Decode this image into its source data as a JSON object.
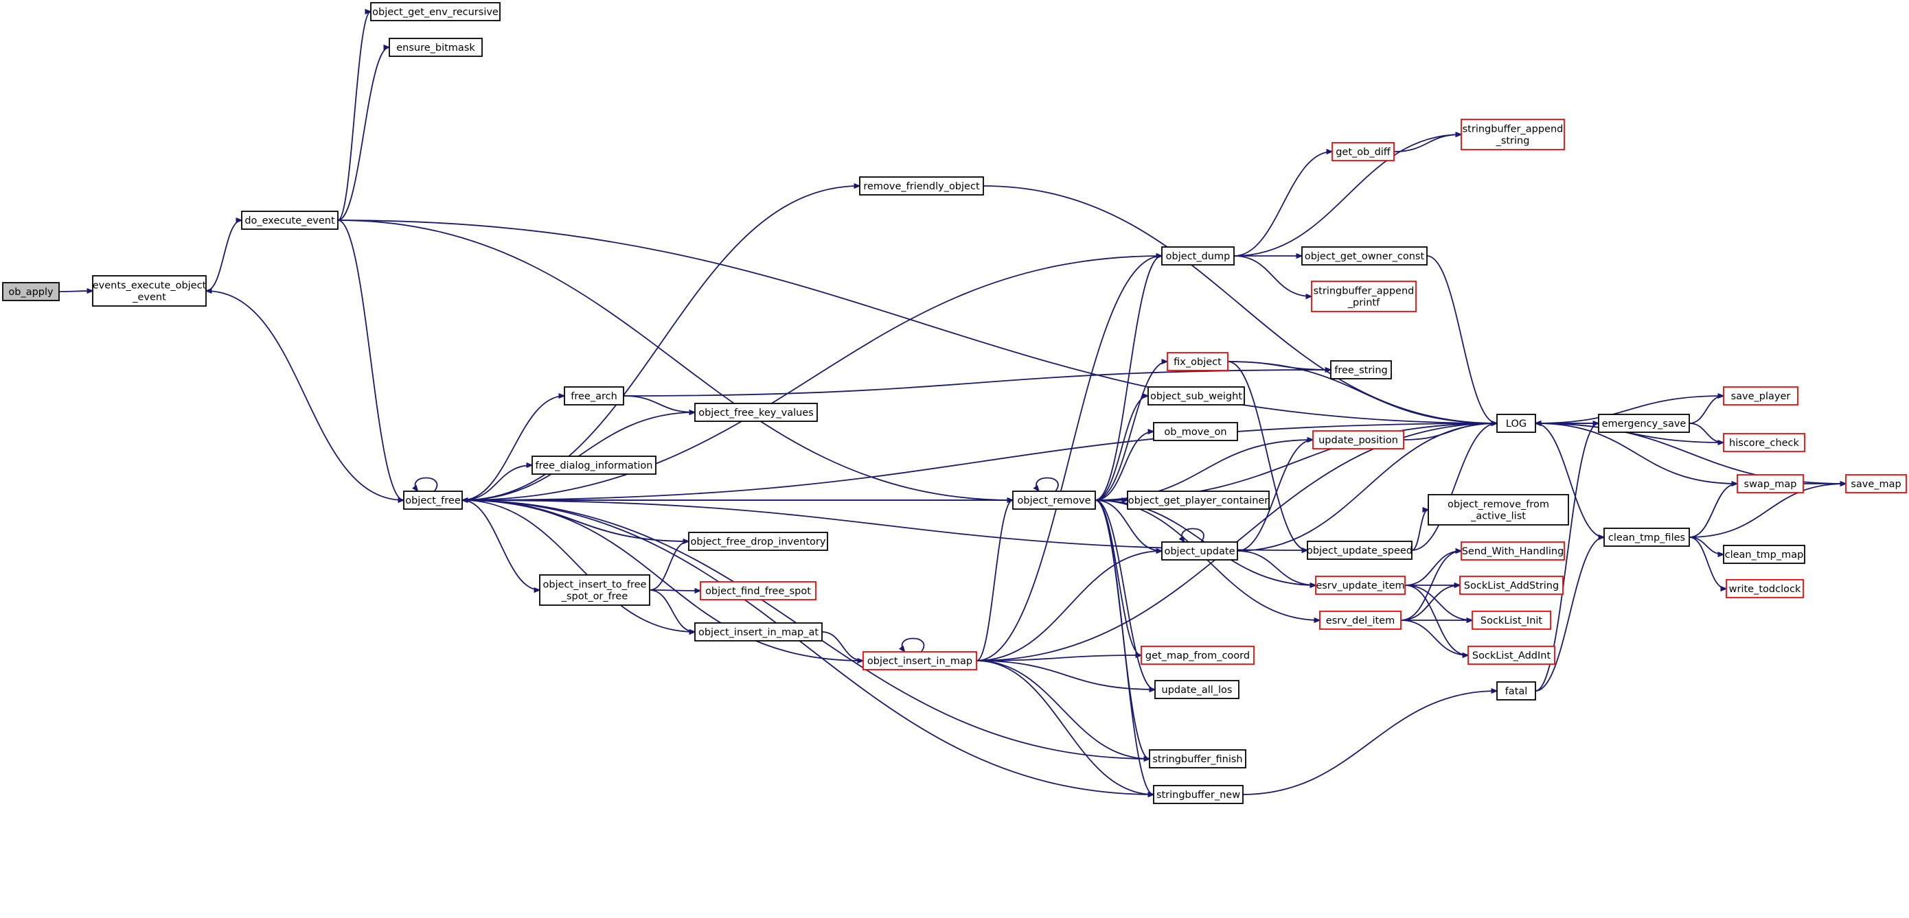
{
  "graph": {
    "title": "",
    "colors": {
      "edge": "#191970",
      "node_fill": "#ffffff",
      "root_fill": "#bfbfbf",
      "node_border_black": "#000000",
      "node_border_red": "#ff0000"
    },
    "nodes": [
      {
        "id": "ob_apply",
        "lines": [
          "ob_apply"
        ],
        "border": "root"
      },
      {
        "id": "events_execute_object_event",
        "lines": [
          "events_execute_object",
          "_event"
        ],
        "border": "black"
      },
      {
        "id": "do_execute_event",
        "lines": [
          "do_execute_event"
        ],
        "border": "black"
      },
      {
        "id": "object_get_env_recursive",
        "lines": [
          "object_get_env_recursive"
        ],
        "border": "black"
      },
      {
        "id": "ensure_bitmask",
        "lines": [
          "ensure_bitmask"
        ],
        "border": "black"
      },
      {
        "id": "object_free",
        "lines": [
          "object_free"
        ],
        "border": "black"
      },
      {
        "id": "free_arch",
        "lines": [
          "free_arch"
        ],
        "border": "black"
      },
      {
        "id": "object_free_key_values",
        "lines": [
          "object_free_key_values"
        ],
        "border": "black"
      },
      {
        "id": "free_dialog_information",
        "lines": [
          "free_dialog_information"
        ],
        "border": "black"
      },
      {
        "id": "object_free_drop_inventory",
        "lines": [
          "object_free_drop_inventory"
        ],
        "border": "black"
      },
      {
        "id": "object_insert_to_free_spot_or_free",
        "lines": [
          "object_insert_to_free",
          "_spot_or_free"
        ],
        "border": "black"
      },
      {
        "id": "object_find_free_spot",
        "lines": [
          "object_find_free_spot"
        ],
        "border": "red"
      },
      {
        "id": "object_insert_in_map_at",
        "lines": [
          "object_insert_in_map_at"
        ],
        "border": "black"
      },
      {
        "id": "object_insert_in_map",
        "lines": [
          "object_insert_in_map"
        ],
        "border": "red"
      },
      {
        "id": "remove_friendly_object",
        "lines": [
          "remove_friendly_object"
        ],
        "border": "black"
      },
      {
        "id": "object_remove",
        "lines": [
          "object_remove"
        ],
        "border": "black"
      },
      {
        "id": "object_dump",
        "lines": [
          "object_dump"
        ],
        "border": "black"
      },
      {
        "id": "get_ob_diff",
        "lines": [
          "get_ob_diff"
        ],
        "border": "red"
      },
      {
        "id": "stringbuffer_append_string",
        "lines": [
          "stringbuffer_append",
          "_string"
        ],
        "border": "red"
      },
      {
        "id": "object_get_owner_const",
        "lines": [
          "object_get_owner_const"
        ],
        "border": "black"
      },
      {
        "id": "stringbuffer_append_printf",
        "lines": [
          "stringbuffer_append",
          "_printf"
        ],
        "border": "red"
      },
      {
        "id": "fix_object",
        "lines": [
          "fix_object"
        ],
        "border": "red"
      },
      {
        "id": "free_string",
        "lines": [
          "free_string"
        ],
        "border": "black"
      },
      {
        "id": "object_sub_weight",
        "lines": [
          "object_sub_weight"
        ],
        "border": "black"
      },
      {
        "id": "update_position",
        "lines": [
          "update_position"
        ],
        "border": "red"
      },
      {
        "id": "ob_move_on",
        "lines": [
          "ob_move_on"
        ],
        "border": "black"
      },
      {
        "id": "object_get_player_container",
        "lines": [
          "object_get_player_container"
        ],
        "border": "black"
      },
      {
        "id": "object_update",
        "lines": [
          "object_update"
        ],
        "border": "black"
      },
      {
        "id": "object_update_speed",
        "lines": [
          "object_update_speed"
        ],
        "border": "black"
      },
      {
        "id": "object_remove_from_active_list",
        "lines": [
          "object_remove_from",
          "_active_list"
        ],
        "border": "black"
      },
      {
        "id": "esrv_update_item",
        "lines": [
          "esrv_update_item"
        ],
        "border": "red"
      },
      {
        "id": "esrv_del_item",
        "lines": [
          "esrv_del_item"
        ],
        "border": "red"
      },
      {
        "id": "get_map_from_coord",
        "lines": [
          "get_map_from_coord"
        ],
        "border": "red"
      },
      {
        "id": "update_all_los",
        "lines": [
          "update_all_los"
        ],
        "border": "black"
      },
      {
        "id": "stringbuffer_finish",
        "lines": [
          "stringbuffer_finish"
        ],
        "border": "black"
      },
      {
        "id": "stringbuffer_new",
        "lines": [
          "stringbuffer_new"
        ],
        "border": "black"
      },
      {
        "id": "LOG",
        "lines": [
          "LOG"
        ],
        "border": "black"
      },
      {
        "id": "emergency_save",
        "lines": [
          "emergency_save"
        ],
        "border": "black"
      },
      {
        "id": "save_player",
        "lines": [
          "save_player"
        ],
        "border": "red"
      },
      {
        "id": "hiscore_check",
        "lines": [
          "hiscore_check"
        ],
        "border": "red"
      },
      {
        "id": "swap_map",
        "lines": [
          "swap_map"
        ],
        "border": "red"
      },
      {
        "id": "save_map",
        "lines": [
          "save_map"
        ],
        "border": "red"
      },
      {
        "id": "clean_tmp_files",
        "lines": [
          "clean_tmp_files"
        ],
        "border": "black"
      },
      {
        "id": "clean_tmp_map",
        "lines": [
          "clean_tmp_map"
        ],
        "border": "black"
      },
      {
        "id": "write_todclock",
        "lines": [
          "write_todclock"
        ],
        "border": "red"
      },
      {
        "id": "fatal",
        "lines": [
          "fatal"
        ],
        "border": "black"
      },
      {
        "id": "Send_With_Handling",
        "lines": [
          "Send_With_Handling"
        ],
        "border": "red"
      },
      {
        "id": "SockList_AddString",
        "lines": [
          "SockList_AddString"
        ],
        "border": "red"
      },
      {
        "id": "SockList_Init",
        "lines": [
          "SockList_Init"
        ],
        "border": "red"
      },
      {
        "id": "SockList_AddInt",
        "lines": [
          "SockList_AddInt"
        ],
        "border": "red"
      }
    ],
    "edges": [
      [
        "ob_apply",
        "events_execute_object_event"
      ],
      [
        "events_execute_object_event",
        "do_execute_event"
      ],
      [
        "do_execute_event",
        "object_get_env_recursive"
      ],
      [
        "do_execute_event",
        "ensure_bitmask"
      ],
      [
        "do_execute_event",
        "LOG"
      ],
      [
        "do_execute_event",
        "object_free"
      ],
      [
        "do_execute_event",
        "object_remove"
      ],
      [
        "object_free",
        "events_execute_object_event"
      ],
      [
        "object_free",
        "object_free"
      ],
      [
        "object_free",
        "remove_friendly_object"
      ],
      [
        "object_free",
        "LOG"
      ],
      [
        "object_free",
        "object_dump"
      ],
      [
        "object_free",
        "free_arch"
      ],
      [
        "object_free",
        "object_free_key_values"
      ],
      [
        "object_free",
        "free_dialog_information"
      ],
      [
        "object_free",
        "object_remove"
      ],
      [
        "object_free",
        "object_free_drop_inventory"
      ],
      [
        "object_free",
        "object_insert_to_free_spot_or_free"
      ],
      [
        "object_free",
        "object_insert_in_map_at"
      ],
      [
        "object_free",
        "stringbuffer_finish"
      ],
      [
        "object_free",
        "stringbuffer_new"
      ],
      [
        "object_free",
        "object_update_speed"
      ],
      [
        "free_arch",
        "free_string"
      ],
      [
        "free_arch",
        "object_free_key_values"
      ],
      [
        "object_free_drop_inventory",
        "object_free"
      ],
      [
        "object_insert_to_free_spot_or_free",
        "object_free_drop_inventory"
      ],
      [
        "object_insert_to_free_spot_or_free",
        "object_find_free_spot"
      ],
      [
        "object_insert_to_free_spot_or_free",
        "object_insert_in_map_at"
      ],
      [
        "object_insert_in_map_at",
        "object_insert_in_map"
      ],
      [
        "object_insert_in_map",
        "object_free"
      ],
      [
        "object_insert_in_map",
        "object_insert_in_map"
      ],
      [
        "object_insert_in_map",
        "object_remove"
      ],
      [
        "object_insert_in_map",
        "object_update"
      ],
      [
        "object_insert_in_map",
        "get_map_from_coord"
      ],
      [
        "object_insert_in_map",
        "update_all_los"
      ],
      [
        "object_insert_in_map",
        "stringbuffer_finish"
      ],
      [
        "object_insert_in_map",
        "stringbuffer_new"
      ],
      [
        "object_insert_in_map",
        "object_dump"
      ],
      [
        "object_insert_in_map",
        "LOG"
      ],
      [
        "remove_friendly_object",
        "LOG"
      ],
      [
        "object_remove",
        "object_remove"
      ],
      [
        "object_remove",
        "object_free"
      ],
      [
        "object_remove",
        "object_dump"
      ],
      [
        "object_remove",
        "fix_object"
      ],
      [
        "object_remove",
        "object_sub_weight"
      ],
      [
        "object_remove",
        "update_position"
      ],
      [
        "object_remove",
        "ob_move_on"
      ],
      [
        "object_remove",
        "object_get_player_container"
      ],
      [
        "object_remove",
        "object_update"
      ],
      [
        "object_remove",
        "esrv_update_item"
      ],
      [
        "object_remove",
        "esrv_del_item"
      ],
      [
        "object_remove",
        "get_map_from_coord"
      ],
      [
        "object_remove",
        "update_all_los"
      ],
      [
        "object_remove",
        "stringbuffer_finish"
      ],
      [
        "object_remove",
        "stringbuffer_new"
      ],
      [
        "object_remove",
        "LOG"
      ],
      [
        "object_dump",
        "get_ob_diff"
      ],
      [
        "object_dump",
        "stringbuffer_append_string"
      ],
      [
        "object_dump",
        "object_get_owner_const"
      ],
      [
        "object_dump",
        "stringbuffer_append_printf"
      ],
      [
        "get_ob_diff",
        "stringbuffer_append_string"
      ],
      [
        "object_get_owner_const",
        "LOG"
      ],
      [
        "fix_object",
        "free_string"
      ],
      [
        "fix_object",
        "LOG"
      ],
      [
        "fix_object",
        "object_update_speed"
      ],
      [
        "update_position",
        "LOG"
      ],
      [
        "object_update",
        "object_update"
      ],
      [
        "object_update",
        "update_position"
      ],
      [
        "object_update",
        "esrv_update_item"
      ],
      [
        "object_update",
        "LOG"
      ],
      [
        "object_update_speed",
        "LOG"
      ],
      [
        "object_update_speed",
        "object_remove_from_active_list"
      ],
      [
        "esrv_update_item",
        "Send_With_Handling"
      ],
      [
        "esrv_update_item",
        "SockList_AddString"
      ],
      [
        "esrv_update_item",
        "SockList_Init"
      ],
      [
        "esrv_update_item",
        "SockList_AddInt"
      ],
      [
        "esrv_del_item",
        "Send_With_Handling"
      ],
      [
        "esrv_del_item",
        "SockList_AddString"
      ],
      [
        "esrv_del_item",
        "SockList_Init"
      ],
      [
        "esrv_del_item",
        "SockList_AddInt"
      ],
      [
        "stringbuffer_new",
        "fatal"
      ],
      [
        "fatal",
        "emergency_save"
      ],
      [
        "fatal",
        "clean_tmp_files"
      ],
      [
        "LOG",
        "emergency_save"
      ],
      [
        "LOG",
        "clean_tmp_files"
      ],
      [
        "emergency_save",
        "LOG"
      ],
      [
        "emergency_save",
        "save_player"
      ],
      [
        "emergency_save",
        "hiscore_check"
      ],
      [
        "save_player",
        "LOG"
      ],
      [
        "hiscore_check",
        "LOG"
      ],
      [
        "swap_map",
        "LOG"
      ],
      [
        "swap_map",
        "save_map"
      ],
      [
        "save_map",
        "LOG"
      ],
      [
        "clean_tmp_files",
        "swap_map"
      ],
      [
        "clean_tmp_files",
        "save_map"
      ],
      [
        "clean_tmp_files",
        "clean_tmp_map"
      ],
      [
        "clean_tmp_files",
        "write_todclock"
      ]
    ]
  }
}
